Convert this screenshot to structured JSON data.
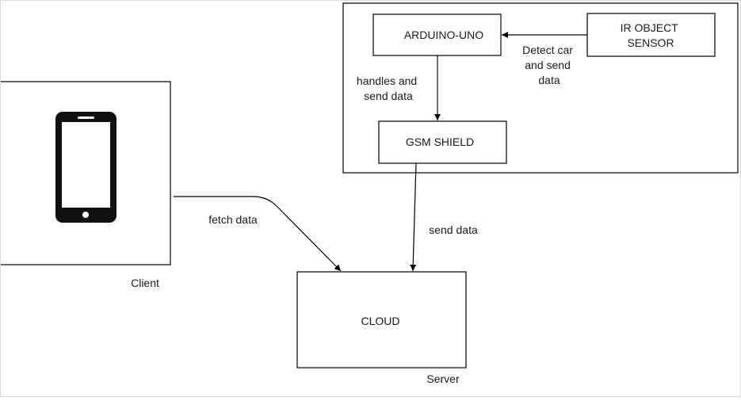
{
  "nodes": {
    "arduino": "ARDUINO-UNO",
    "ir_sensor": [
      "IR OBJECT",
      "SENSOR"
    ],
    "gsm": "GSM SHIELD",
    "cloud": "CLOUD"
  },
  "labels": {
    "client": "Client",
    "server": "Server"
  },
  "edges": {
    "detect_car": [
      "Detect car",
      "and send",
      "data"
    ],
    "handles": [
      "handles and",
      "send data"
    ],
    "fetch": "fetch data",
    "send": "send data"
  },
  "icons": {
    "phone": "smartphone-icon"
  }
}
